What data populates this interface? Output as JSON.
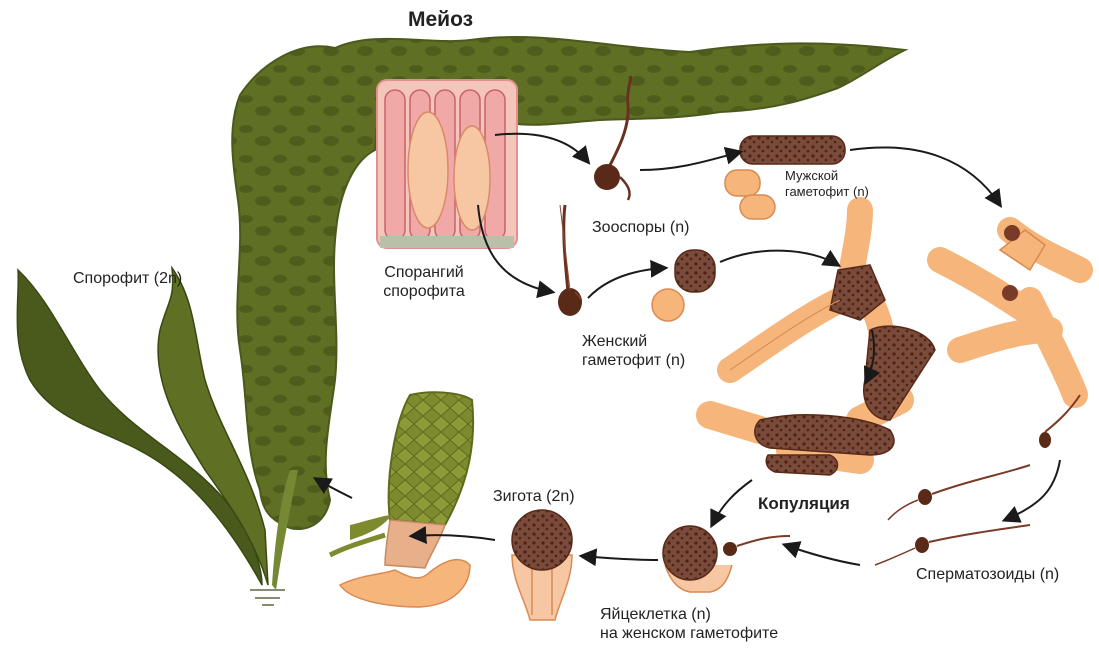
{
  "diagram": {
    "labels": {
      "meiosis": "Мейоз",
      "sporophyte": "Спорофит (2n)",
      "sporangium_line1": "Спорангий",
      "sporangium_line2": "спорофита",
      "zoospores": "Зооспоры (n)",
      "male_gametophyte_line1": "Мужской",
      "male_gametophyte_line2": "гаметофит (n)",
      "female_gametophyte_line1": "Женский",
      "female_gametophyte_line2": "гаметофит (n)",
      "copulation": "Копуляция",
      "zygote": "Зигота (2n)",
      "egg_line1": "Яйцеклетка (n)",
      "egg_line2": "на женском гаметофите",
      "spermatozoids": "Сперматозоиды (n)"
    },
    "colors": {
      "kelp_dark": "#4a5a1c",
      "kelp_mid": "#5f6f24",
      "kelp_light": "#758834",
      "gametophyte_light": "#f6b57a",
      "gametophyte_dark": "#7a4a3a",
      "sporangium_pink": "#f1a9a8",
      "arrow": "#1a1a1a"
    }
  }
}
